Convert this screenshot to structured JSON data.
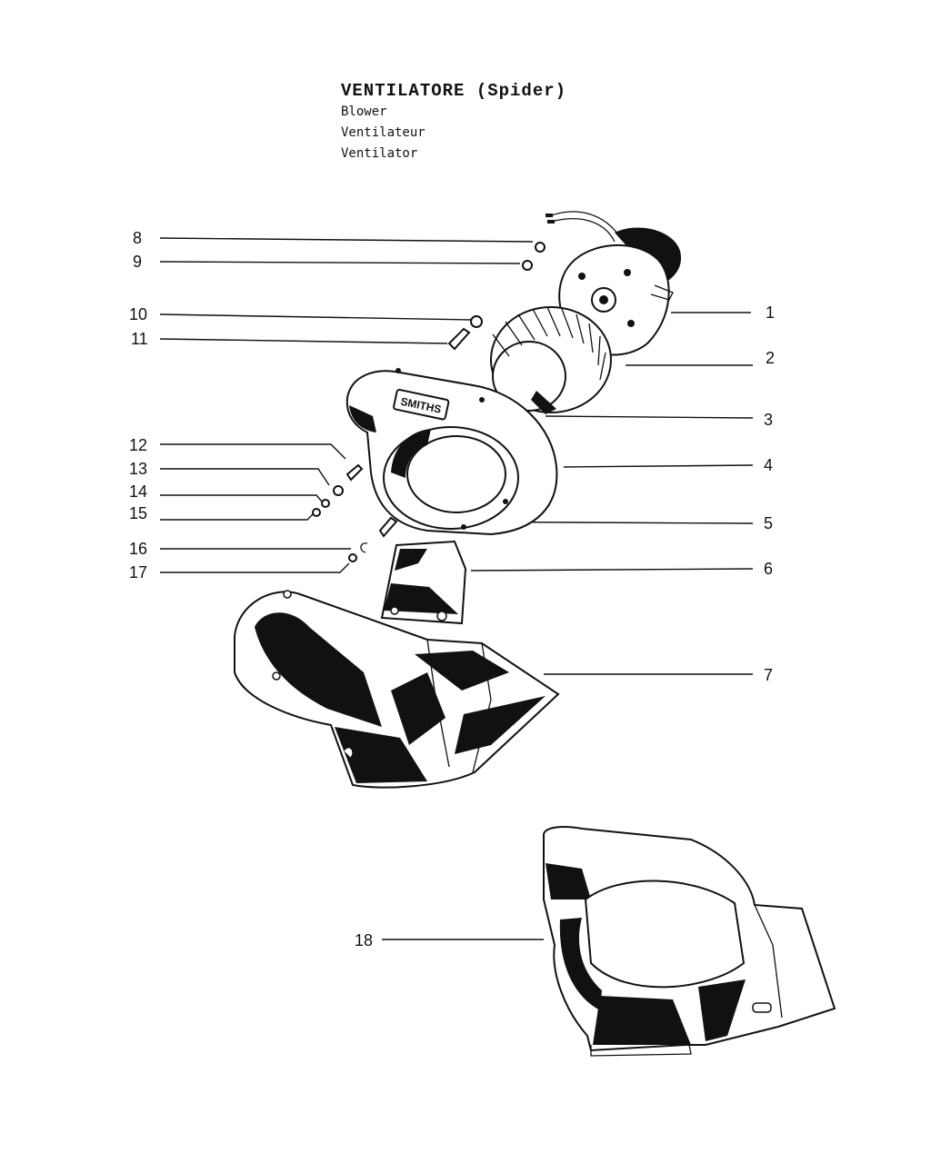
{
  "title": {
    "main": "VENTILATORE (Spider)",
    "sub": [
      "Blower",
      "Ventilateur",
      "Ventilator"
    ]
  },
  "brand_label": "SMITHS",
  "callouts": [
    "1",
    "2",
    "3",
    "4",
    "5",
    "6",
    "7",
    "8",
    "9",
    "10",
    "11",
    "12",
    "13",
    "14",
    "15",
    "16",
    "17",
    "18"
  ]
}
